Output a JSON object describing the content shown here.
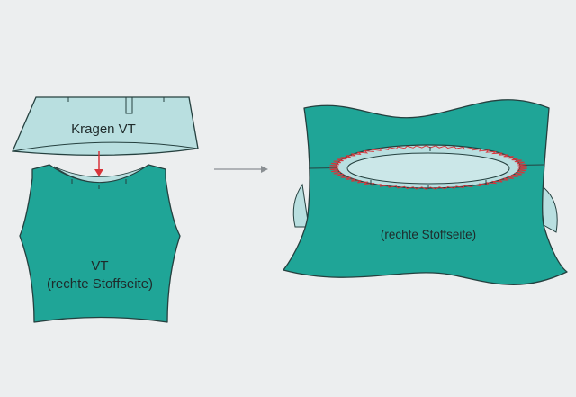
{
  "labels": {
    "collar": "Kragen VT",
    "front_title": "VT",
    "front_subtitle": "(rechte Stoffseite)",
    "closeup_label": "(rechte Stoffseite)"
  },
  "colors": {
    "background": "#eceeef",
    "fabric_teal": "#1fa597",
    "collar_light": "#b9dfe0",
    "outline": "#25403f",
    "stitch_red": "#d8343a",
    "arrow_grey": "#8a8f93",
    "arrow_red": "#d8343a"
  },
  "icons": {
    "transition_arrow": "right-arrow-icon",
    "placement_arrow": "down-arrow-icon"
  }
}
